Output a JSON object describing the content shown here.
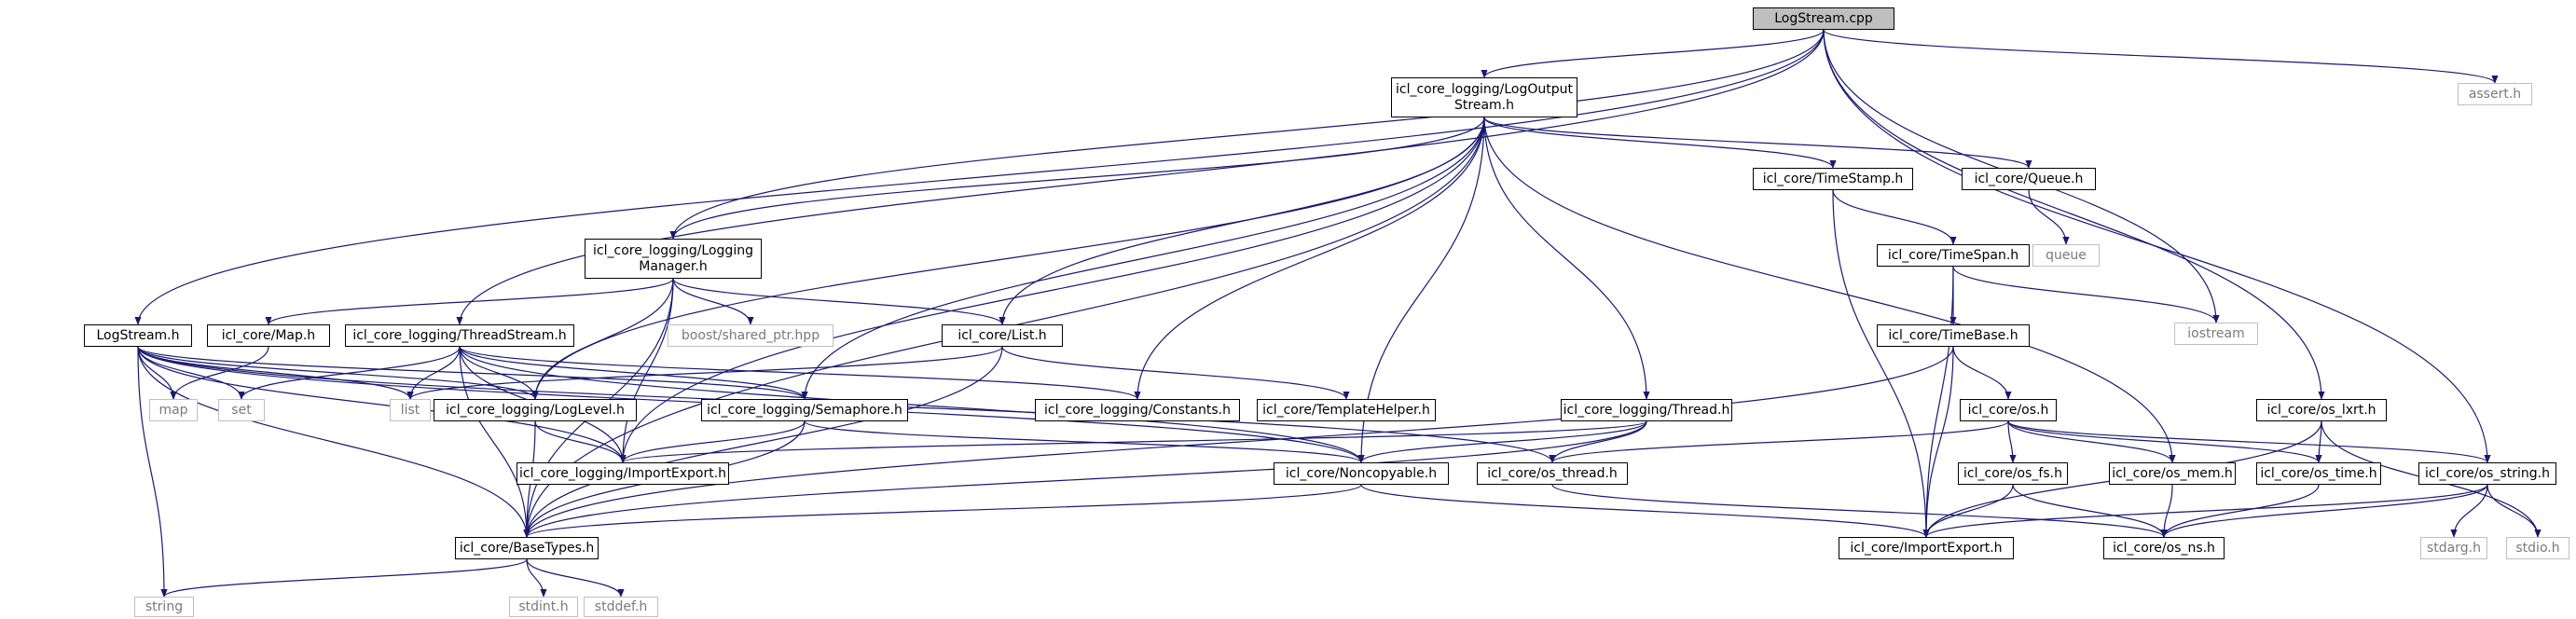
{
  "colors": {
    "edge": "#191970",
    "node_border": "#000000",
    "ext_border": "#bfbfbf",
    "ext_text": "#7a7a7a",
    "root_fill": "#bfbfbf"
  },
  "nodes": {
    "logstream_cpp": "LogStream.cpp",
    "logoutputstream_h_1": "icl_core_logging/LogOutput",
    "logoutputstream_h_2": "Stream.h",
    "assert_h": "assert.h",
    "timestamp_h": "icl_core/TimeStamp.h",
    "queue_h": "icl_core/Queue.h",
    "queue": "queue",
    "loggingmanager_h_1": "icl_core_logging/Logging",
    "loggingmanager_h_2": "Manager.h",
    "timespan_h": "icl_core/TimeSpan.h",
    "iostream": "iostream",
    "logstream_h": "LogStream.h",
    "map_h": "icl_core/Map.h",
    "threadstream_h": "icl_core_logging/ThreadStream.h",
    "boost_shared_ptr": "boost/shared_ptr.hpp",
    "list_h": "icl_core/List.h",
    "timebase_h": "icl_core/TimeBase.h",
    "map": "map",
    "set": "set",
    "list": "list",
    "loglevel_h": "icl_core_logging/LogLevel.h",
    "semaphore_h": "icl_core_logging/Semaphore.h",
    "constants_h": "icl_core_logging/Constants.h",
    "templatehelper_h": "icl_core/TemplateHelper.h",
    "thread_h": "icl_core_logging/Thread.h",
    "os_h": "icl_core/os.h",
    "os_lxrt_h": "icl_core/os_lxrt.h",
    "importexport_logging": "icl_core_logging/ImportExport.h",
    "noncopyable_h": "icl_core/Noncopyable.h",
    "os_thread_h": "icl_core/os_thread.h",
    "os_fs_h": "icl_core/os_fs.h",
    "os_mem_h": "icl_core/os_mem.h",
    "os_time_h": "icl_core/os_time.h",
    "os_string_h": "icl_core/os_string.h",
    "basetypes_h": "icl_core/BaseTypes.h",
    "importexport_core": "icl_core/ImportExport.h",
    "os_ns_h": "icl_core/os_ns.h",
    "stdarg_h": "stdarg.h",
    "stdio_h": "stdio.h",
    "string": "string",
    "stdint_h": "stdint.h",
    "stddef_h": "stddef.h"
  }
}
